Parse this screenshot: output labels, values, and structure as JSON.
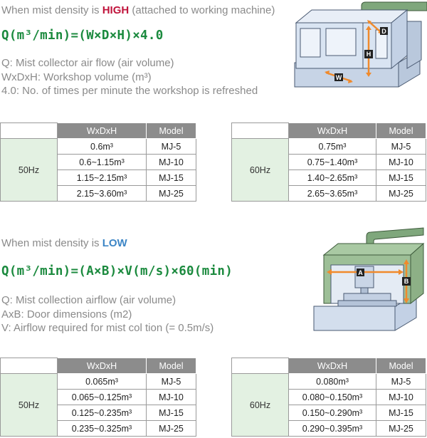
{
  "high": {
    "heading_prefix": "When mist density is ",
    "heading_level": "HIGH",
    "heading_suffix": " (attached to working machine)",
    "formula": "Q(m³/min)=(W×D×H)×4.0",
    "notes": [
      "Q: Mist collector air flow (air volume)",
      "WxDxH: Workshop volume (m³)",
      "4.0: No. of times per minute the workshop is refreshed"
    ],
    "diagram_labels": {
      "d": "D",
      "h": "H",
      "w": "W"
    },
    "columns": {
      "volume": "WxDxH",
      "model": "Model"
    },
    "tables": [
      {
        "freq": "50Hz",
        "rows": [
          {
            "volume": "0.6m³",
            "model": "MJ-5"
          },
          {
            "volume": "0.6~1.15m³",
            "model": "MJ-10"
          },
          {
            "volume": "1.15~2.15m³",
            "model": "MJ-15"
          },
          {
            "volume": "2.15~3.60m³",
            "model": "MJ-25"
          }
        ]
      },
      {
        "freq": "60Hz",
        "rows": [
          {
            "volume": "0.75m³",
            "model": "MJ-5"
          },
          {
            "volume": "0.75~1.40m³",
            "model": "MJ-10"
          },
          {
            "volume": "1.40~2.65m³",
            "model": "MJ-15"
          },
          {
            "volume": "2.65~3.65m³",
            "model": "MJ-25"
          }
        ]
      }
    ]
  },
  "low": {
    "heading_prefix": "When mist density is ",
    "heading_level": "LOW",
    "formula": "Q(m³/min)=(A×B)×V(m/s)×60(min)",
    "notes": [
      "Q: Mist collection airflow (air volume)",
      "AxB: Door dimensions (m2)",
      "V: Airflow required for mist col  tion (= 0.5m/s)"
    ],
    "diagram_labels": {
      "a": "A",
      "b": "B"
    },
    "columns": {
      "volume": "WxDxH",
      "model": "Model"
    },
    "tables": [
      {
        "freq": "50Hz",
        "rows": [
          {
            "volume": "0.065m³",
            "model": "MJ-5"
          },
          {
            "volume": "0.065~0.125m³",
            "model": "MJ-10"
          },
          {
            "volume": "0.125~0.235m³",
            "model": "MJ-15"
          },
          {
            "volume": "0.235~0.325m³",
            "model": "MJ-25"
          }
        ]
      },
      {
        "freq": "60Hz",
        "rows": [
          {
            "volume": "0.080m³",
            "model": "MJ-5"
          },
          {
            "volume": "0.080~0.150m³",
            "model": "MJ-10"
          },
          {
            "volume": "0.150~0.290m³",
            "model": "MJ-15"
          },
          {
            "volume": "0.290~0.395m³",
            "model": "MJ-25"
          }
        ]
      }
    ]
  },
  "colors": {
    "formula_green": "#1b8a3e",
    "high_red": "#c0143c",
    "low_blue": "#3d86c6",
    "header_gray": "#8c8c8c",
    "freq_cell_green": "#e3f1e2",
    "arrow_orange": "#f08a2c",
    "machine_blue": "#d9e4f2",
    "duct_green": "#7fa77c"
  }
}
